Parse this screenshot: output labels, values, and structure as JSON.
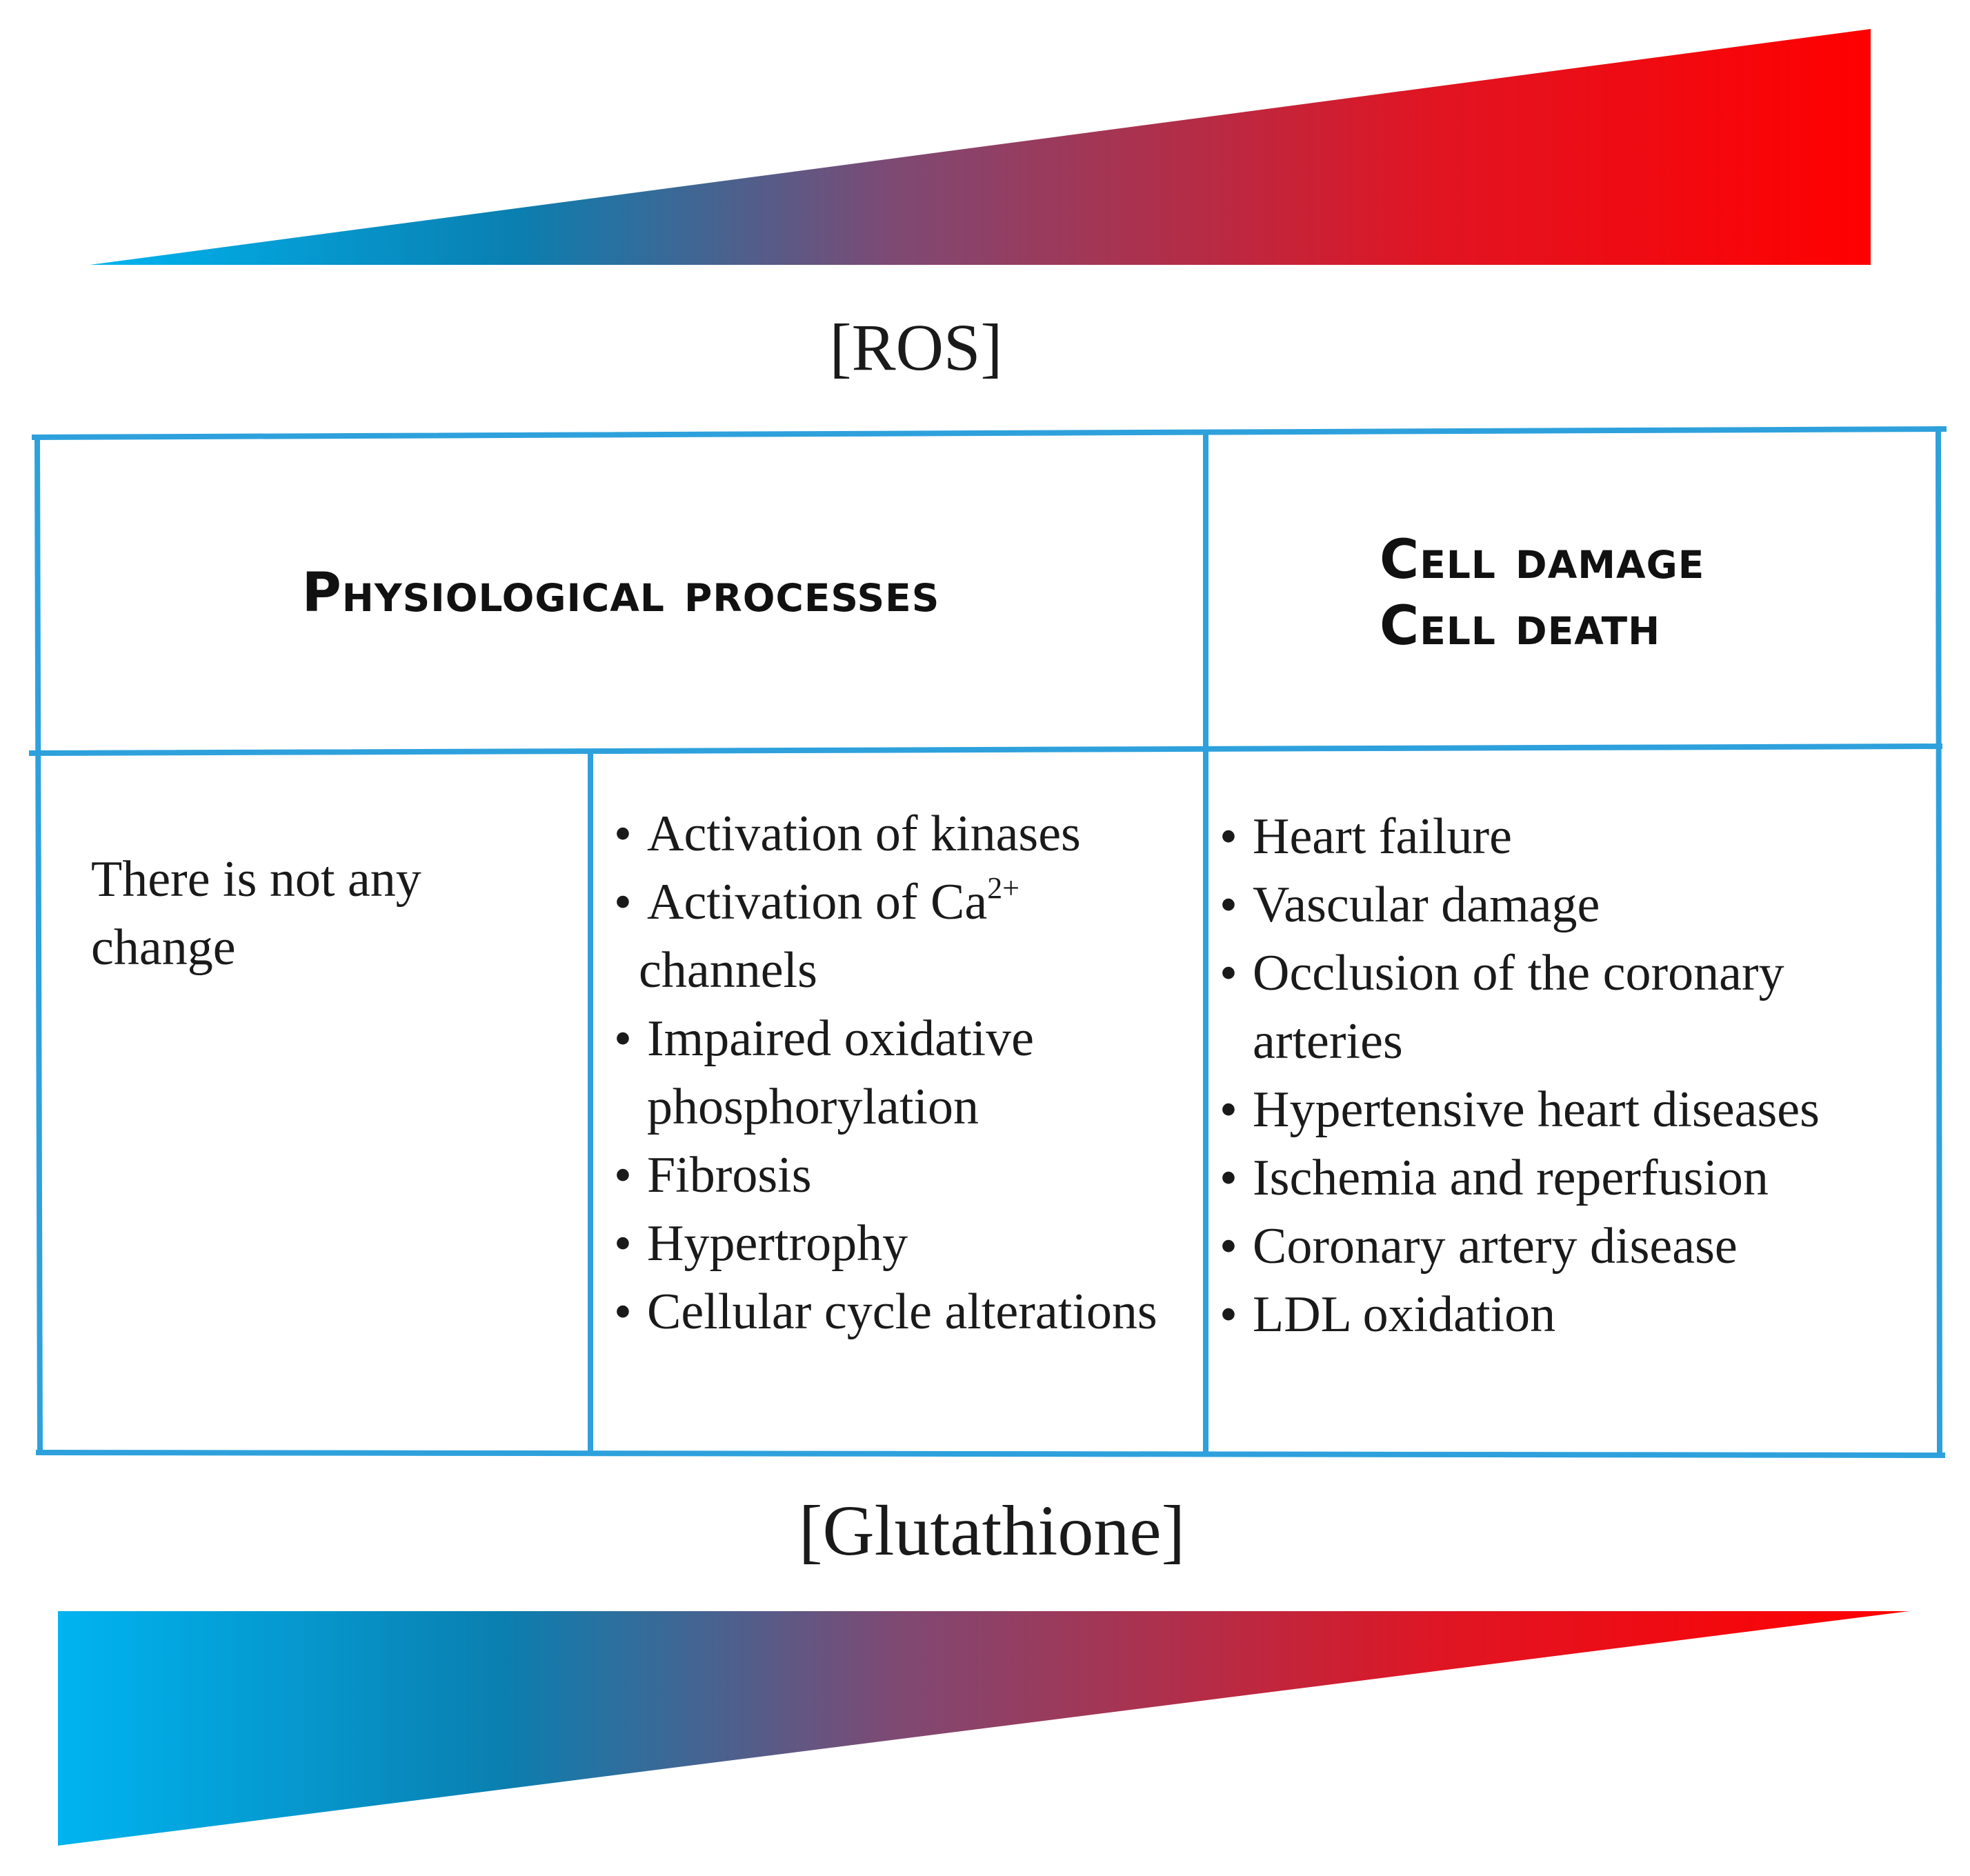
{
  "top_scale": {
    "label": "[ROS]",
    "colors": {
      "start": "#00b4f0",
      "middle": "#0a7fb0",
      "purple": "#7d4a74",
      "end": "#ff0000"
    }
  },
  "bottom_scale": {
    "label": "[Glutathione]",
    "colors": {
      "start": "#00b4f0",
      "middle": "#0a7fb0",
      "purple": "#7d4a74",
      "end": "#ff0000"
    }
  },
  "table": {
    "border_color": "#2ea1dc",
    "headers": {
      "physiological": "Physiological processes",
      "damage_line1": "Cell damage",
      "damage_line2": "Cell death"
    },
    "no_change_text": "There is not any change",
    "physiological_items": [
      {
        "text": "Activation of kinases"
      },
      {
        "text": "Activation of Ca",
        "superscript": "2+",
        "continuation": "channels"
      },
      {
        "text": "Impaired oxidative phosphorylation"
      },
      {
        "text": "Fibrosis"
      },
      {
        "text": "Hypertrophy"
      },
      {
        "text": "Cellular cycle alterations"
      }
    ],
    "damage_items": [
      {
        "text": "Heart failure"
      },
      {
        "text": "Vascular damage"
      },
      {
        "text": "Occlusion of the coronary arteries"
      },
      {
        "text": "Hypertensive heart diseases"
      },
      {
        "text": "Ischemia and reperfusion"
      },
      {
        "text": "Coronary artery disease"
      },
      {
        "text": "LDL oxidation"
      }
    ],
    "bullet_symbol": "•"
  }
}
